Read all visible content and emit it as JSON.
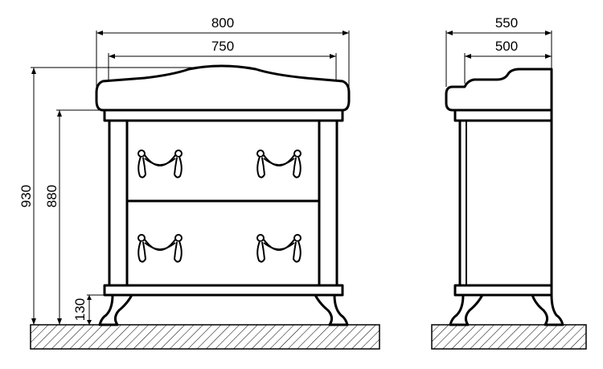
{
  "front_view": {
    "dimensions": {
      "overall_width": "800",
      "inner_width": "750",
      "total_height": "930",
      "body_height": "880",
      "leg_height": "130"
    }
  },
  "side_view": {
    "dimensions": {
      "overall_depth": "550",
      "inner_depth": "500"
    }
  }
}
